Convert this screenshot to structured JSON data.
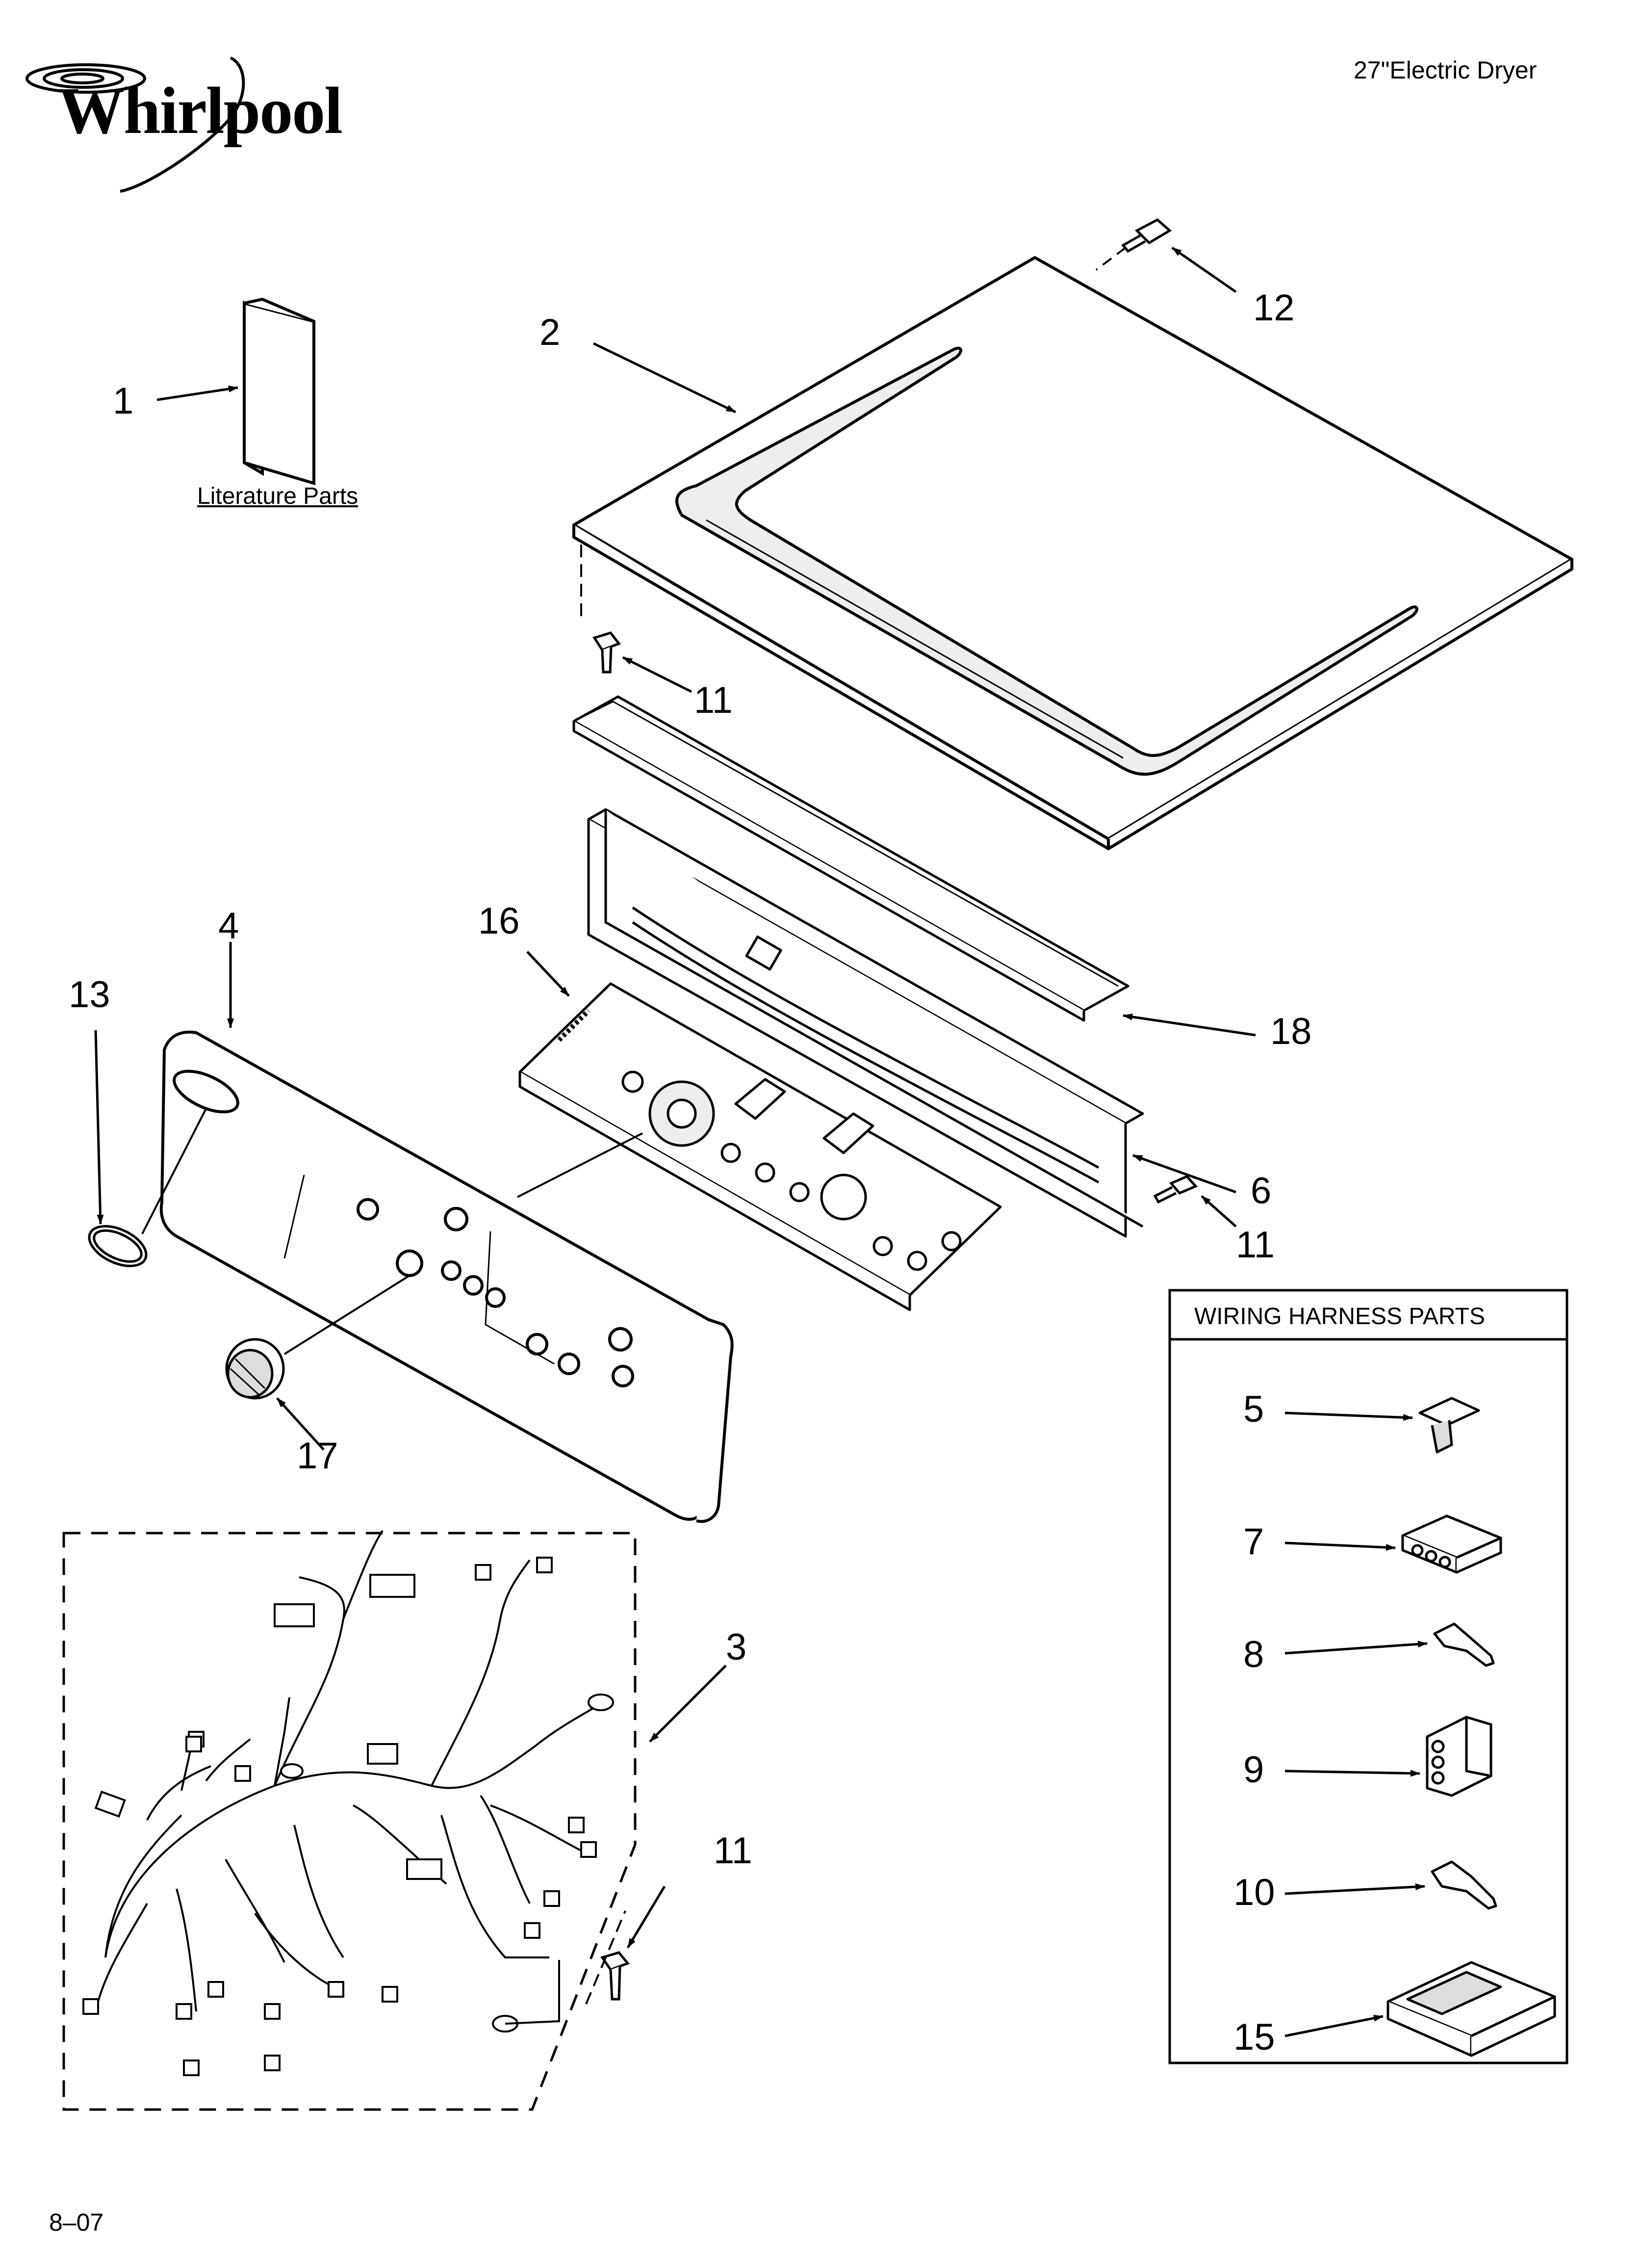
{
  "header": {
    "brand": "Whirlpool",
    "model_description": "27\"Electric Dryer"
  },
  "footer": {
    "revision": "8–07"
  },
  "literature": {
    "label": "Literature Parts"
  },
  "wiring_box": {
    "title": "WIRING HARNESS PARTS"
  },
  "callouts": {
    "c1": "1",
    "c2": "2",
    "c3": "3",
    "c4": "4",
    "c5": "5",
    "c6": "6",
    "c7": "7",
    "c8": "8",
    "c9": "9",
    "c10": "10",
    "c11a": "11",
    "c11b": "11",
    "c11c": "11",
    "c12": "12",
    "c13": "13",
    "c15": "15",
    "c16": "16",
    "c17": "17",
    "c18": "18"
  },
  "colors": {
    "line": "#000000",
    "background": "#ffffff"
  }
}
